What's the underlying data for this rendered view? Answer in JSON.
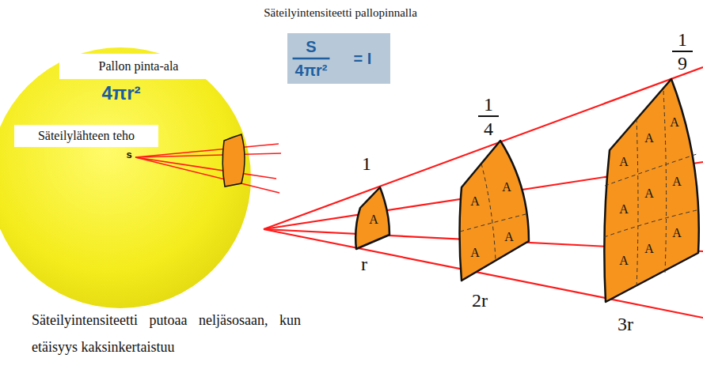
{
  "diagram": {
    "title": "Säteilyintensiteetti pallopinnalla",
    "caption": "Säteilyintensiteetti putoaa neljäsosaan, kun etäisyys kaksinkertaistuu",
    "nodes": [
      {
        "text": [
          "4πr²",
          "s"
        ]
      },
      {
        "text": [
          "Pallon pinta-ala"
        ],
        "in": 0
      },
      {
        "text": [
          "Säteilylähteen teho"
        ],
        "in": 0
      },
      {
        "text": [
          "S",
          "4πr²",
          "= I"
        ]
      },
      {
        "text": [
          "A"
        ]
      },
      {
        "text": [
          "A",
          "A",
          "A",
          "A"
        ]
      },
      {
        "text": [
          "A",
          "A",
          "A",
          "A",
          "A",
          "A",
          "A",
          "A",
          "A"
        ]
      }
    ],
    "labels": [
      "1",
      "r",
      "1",
      "4",
      "2r",
      "1",
      "9",
      "3r"
    ]
  }
}
